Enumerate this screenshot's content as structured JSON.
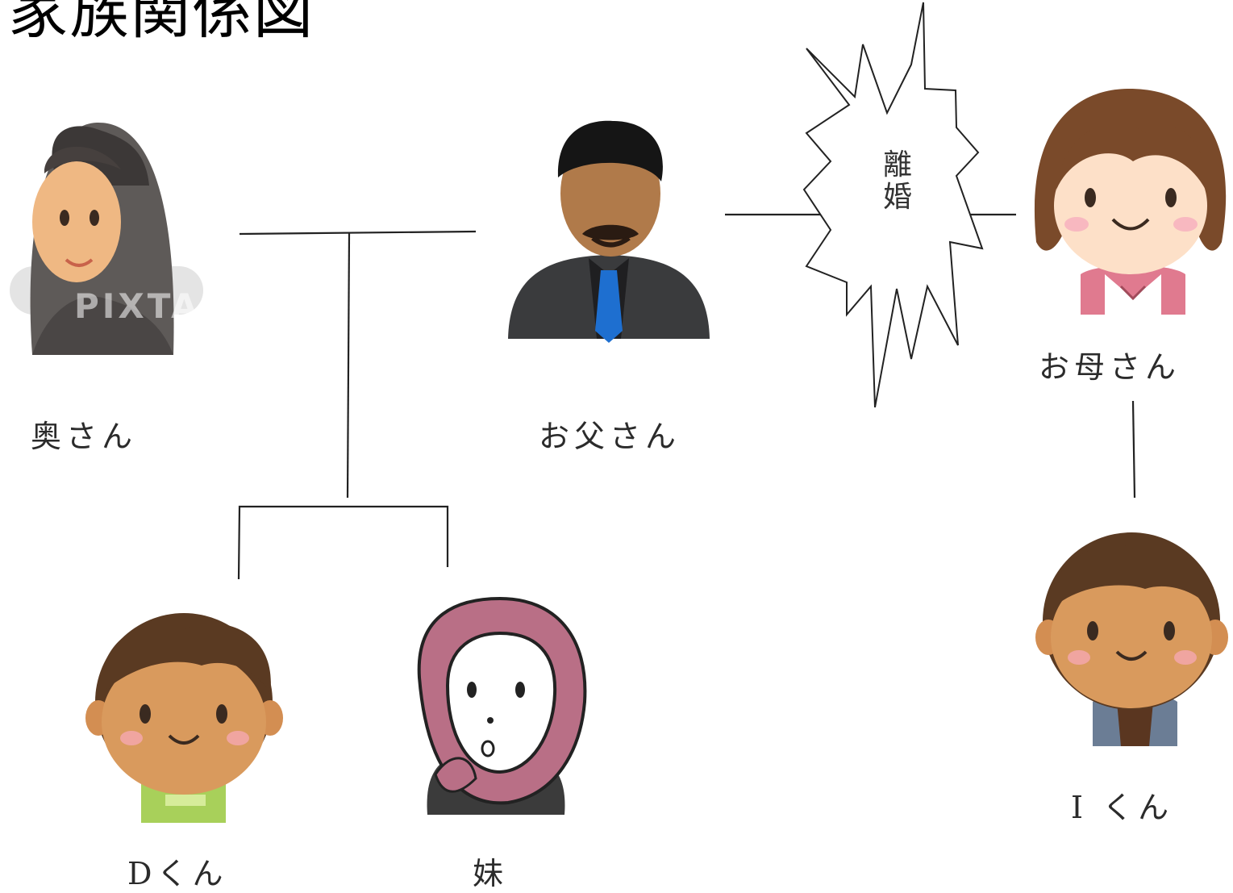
{
  "title": "家族関係図",
  "people": {
    "wife": {
      "label": "奥さん"
    },
    "father": {
      "label": "お父さん"
    },
    "mother": {
      "label": "お母さん"
    },
    "d_kun": {
      "label": "Dくん"
    },
    "sister": {
      "label": "妹"
    },
    "i_kun": {
      "label": "I くん"
    }
  },
  "divorce_label": "離\n婚",
  "watermark": "PIXTA"
}
